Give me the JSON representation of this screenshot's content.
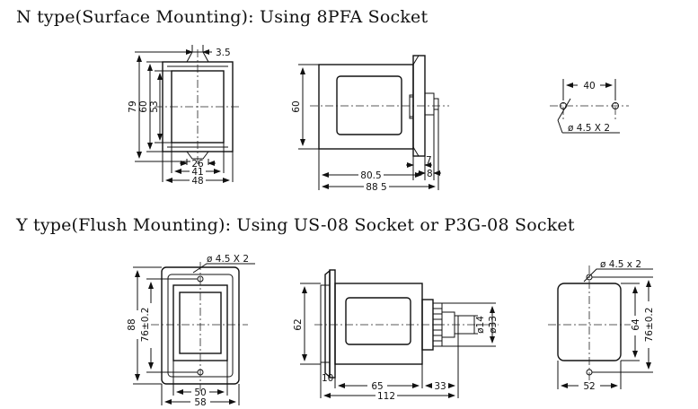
{
  "titles": {
    "n_type": "N type(Surface Mounting): Using 8PFA Socket",
    "y_type": "Y type(Flush Mounting): Using US-08 Socket or P3G-08 Socket"
  },
  "n_type": {
    "front": {
      "d3_5": "3.5",
      "d79": "79",
      "d60": "60",
      "d53": "53",
      "d26": "26",
      "d41": "41",
      "d48": "48"
    },
    "side": {
      "d60": "60",
      "d80_5": "80.5",
      "d88_5": "88 5",
      "d7": "7",
      "d8": "8"
    },
    "cutout": {
      "d40": "40",
      "hole": "ø 4.5 X 2"
    }
  },
  "y_type": {
    "front": {
      "hole": "ø 4.5 X 2",
      "d88": "88",
      "d76": "76±0.2",
      "d50": "50",
      "d58": "58"
    },
    "side": {
      "d62": "62",
      "d14": "ø14",
      "d33": "ø33",
      "d10": "10",
      "d65": "65",
      "d33b": "33",
      "d112": "112"
    },
    "cutout": {
      "hole": "ø 4.5 x 2",
      "d64": "64",
      "d76": "76±0.2",
      "d52": "52"
    }
  }
}
